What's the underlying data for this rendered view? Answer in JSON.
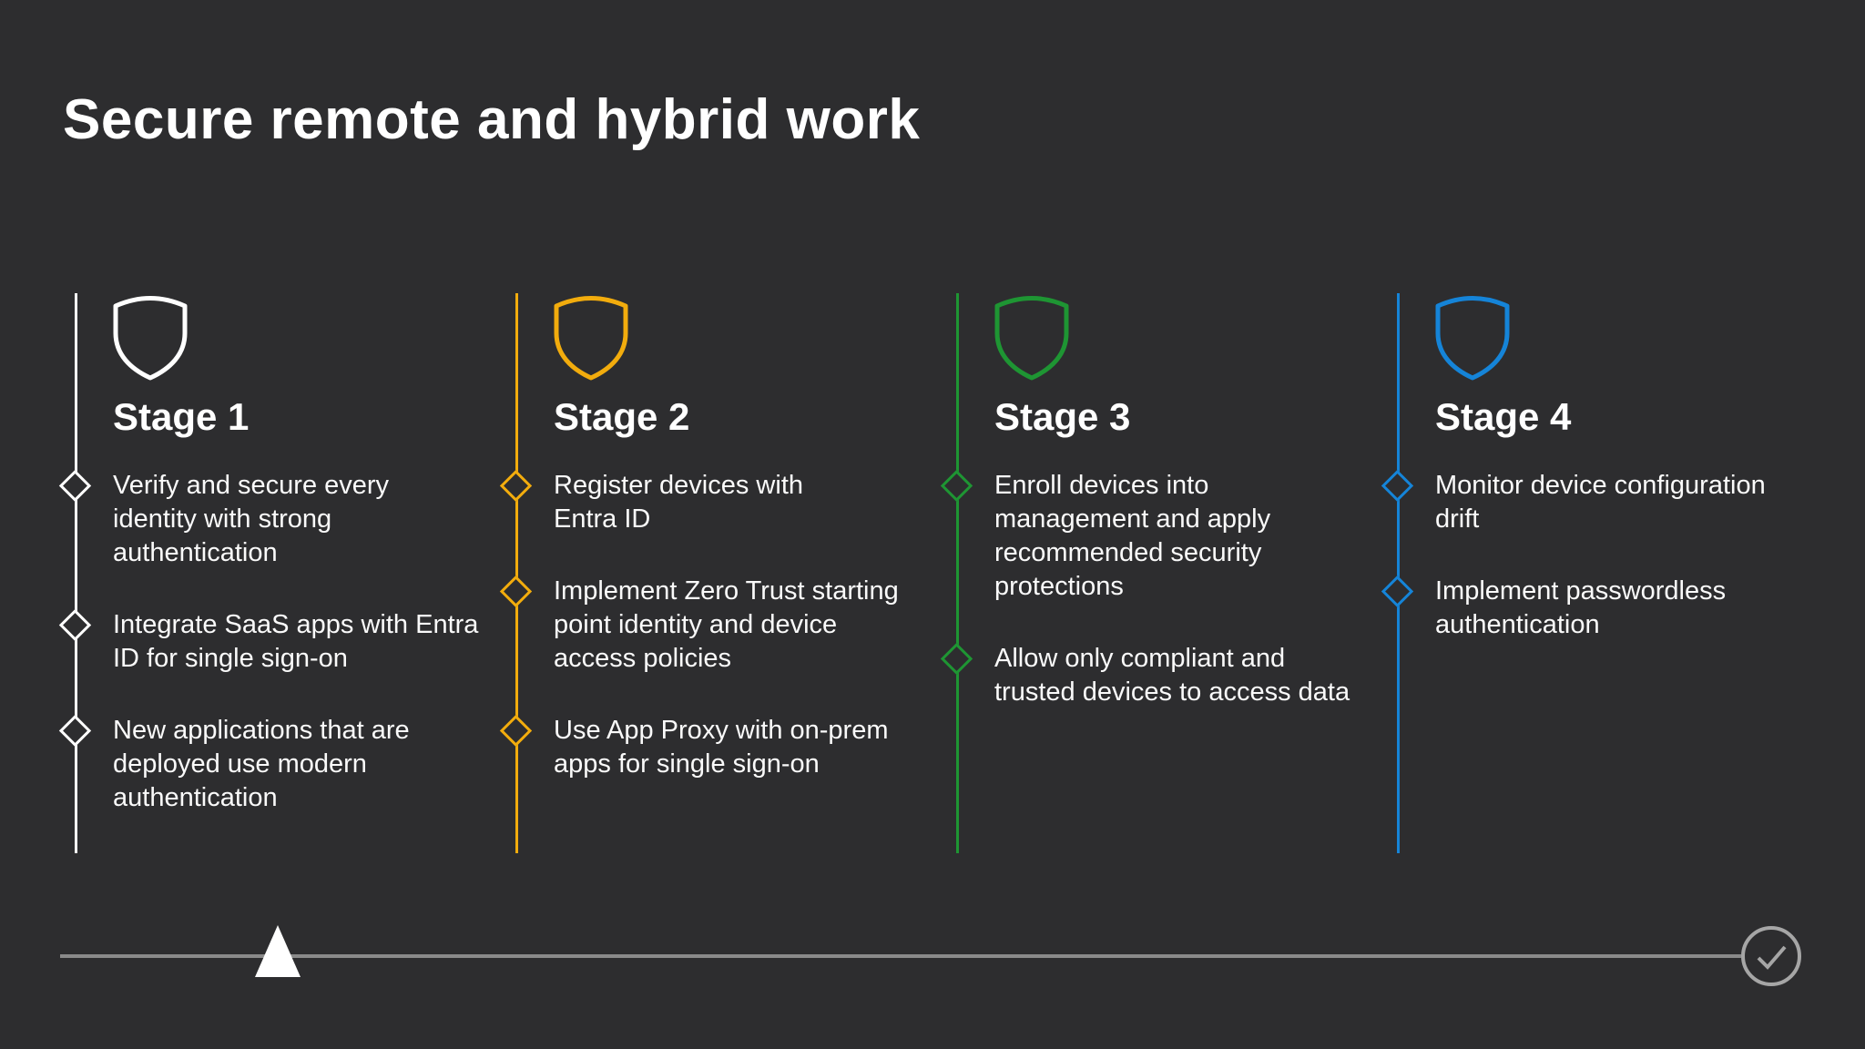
{
  "slide": {
    "title": "Secure remote and hybrid work",
    "background_color": "#2D2D2F"
  },
  "stages": [
    {
      "title": "Stage 1",
      "accent": "#FFFFFF",
      "icon": "shield-icon",
      "bullets": [
        "Verify and secure every\nidentity with strong\nauthentication",
        "Integrate SaaS apps with Entra\nID for single sign-on",
        "New applications that are\ndeployed use modern\nauthentication"
      ]
    },
    {
      "title": "Stage 2",
      "accent": "#F2AC0D",
      "icon": "shield-icon",
      "bullets": [
        "Register devices with\nEntra ID",
        "Implement Zero Trust starting\npoint identity and device\naccess policies",
        "Use App Proxy with on-prem\napps for single sign-on"
      ]
    },
    {
      "title": "Stage 3",
      "accent": "#1E9533",
      "icon": "shield-icon",
      "bullets": [
        "Enroll devices into\nmanagement and apply\nrecommended security\nprotections",
        "Allow only compliant and\ntrusted devices to access data"
      ]
    },
    {
      "title": "Stage 4",
      "accent": "#1584D8",
      "icon": "shield-icon",
      "bullets": [
        "Monitor device configuration\ndrift",
        "Implement passwordless\nauthentication"
      ]
    }
  ],
  "footer": {
    "progress_line_color": "#8A8A8A",
    "marker_color": "#FFFFFF",
    "marker_icon": "triangle-marker-icon",
    "check_circle_color": "#A6A6A6",
    "check_icon": "checkmark-icon"
  }
}
